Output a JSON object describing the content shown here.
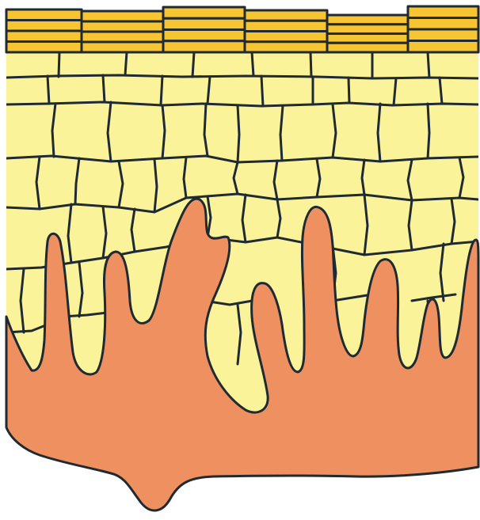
{
  "diagram": {
    "colors": {
      "background": "#ffffff",
      "cornified_layer": "#f6c531",
      "cell_fill": "#fbf39a",
      "dermis": "#ef9060",
      "outline": "#1f2a33"
    },
    "layers": [
      "cornified-layer",
      "epidermal-cells",
      "dermal-papillae"
    ]
  }
}
